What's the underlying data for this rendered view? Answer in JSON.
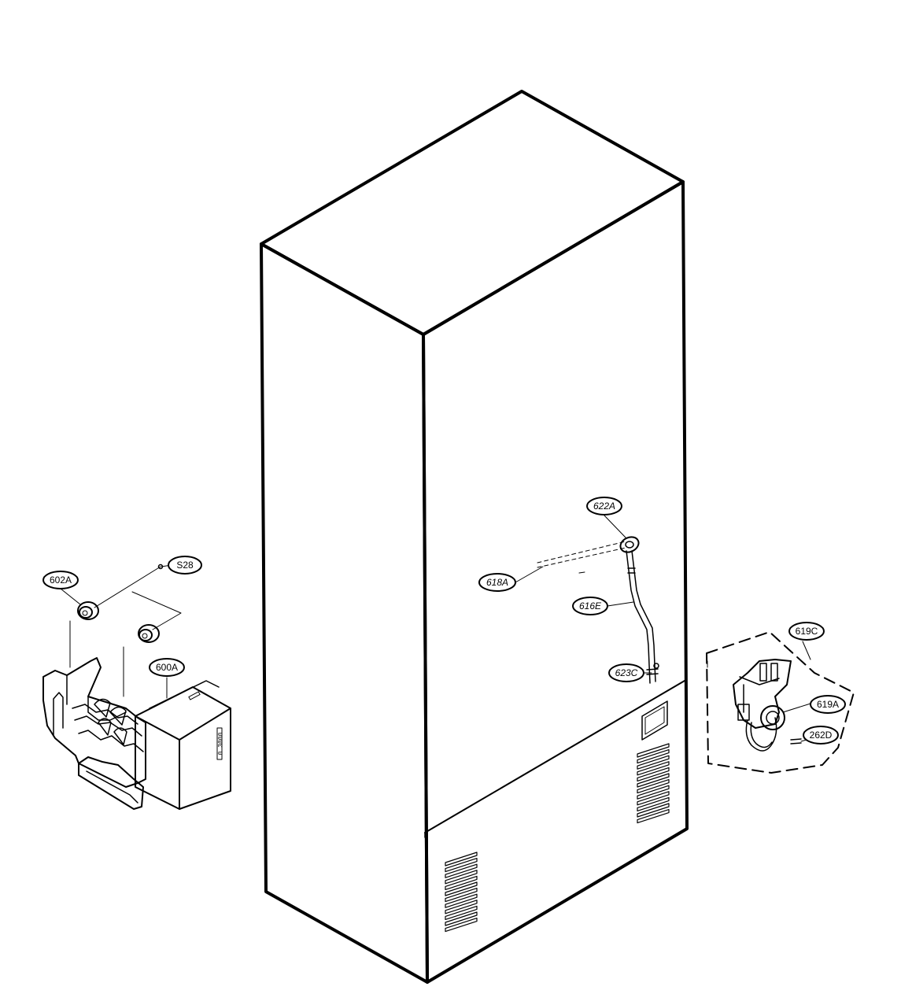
{
  "diagram": {
    "callouts": [
      {
        "id": "s28",
        "label": "S28"
      },
      {
        "id": "602a",
        "label": "602A"
      },
      {
        "id": "600a",
        "label": "600A"
      },
      {
        "id": "622a",
        "label": "622A"
      },
      {
        "id": "618a",
        "label": "618A"
      },
      {
        "id": "616e",
        "label": "616E"
      },
      {
        "id": "623c",
        "label": "623C"
      },
      {
        "id": "619c",
        "label": "619C"
      },
      {
        "id": "619a",
        "label": "619A"
      },
      {
        "id": "262d",
        "label": "262D"
      }
    ],
    "icemaker_plate_text": "0 3000"
  }
}
